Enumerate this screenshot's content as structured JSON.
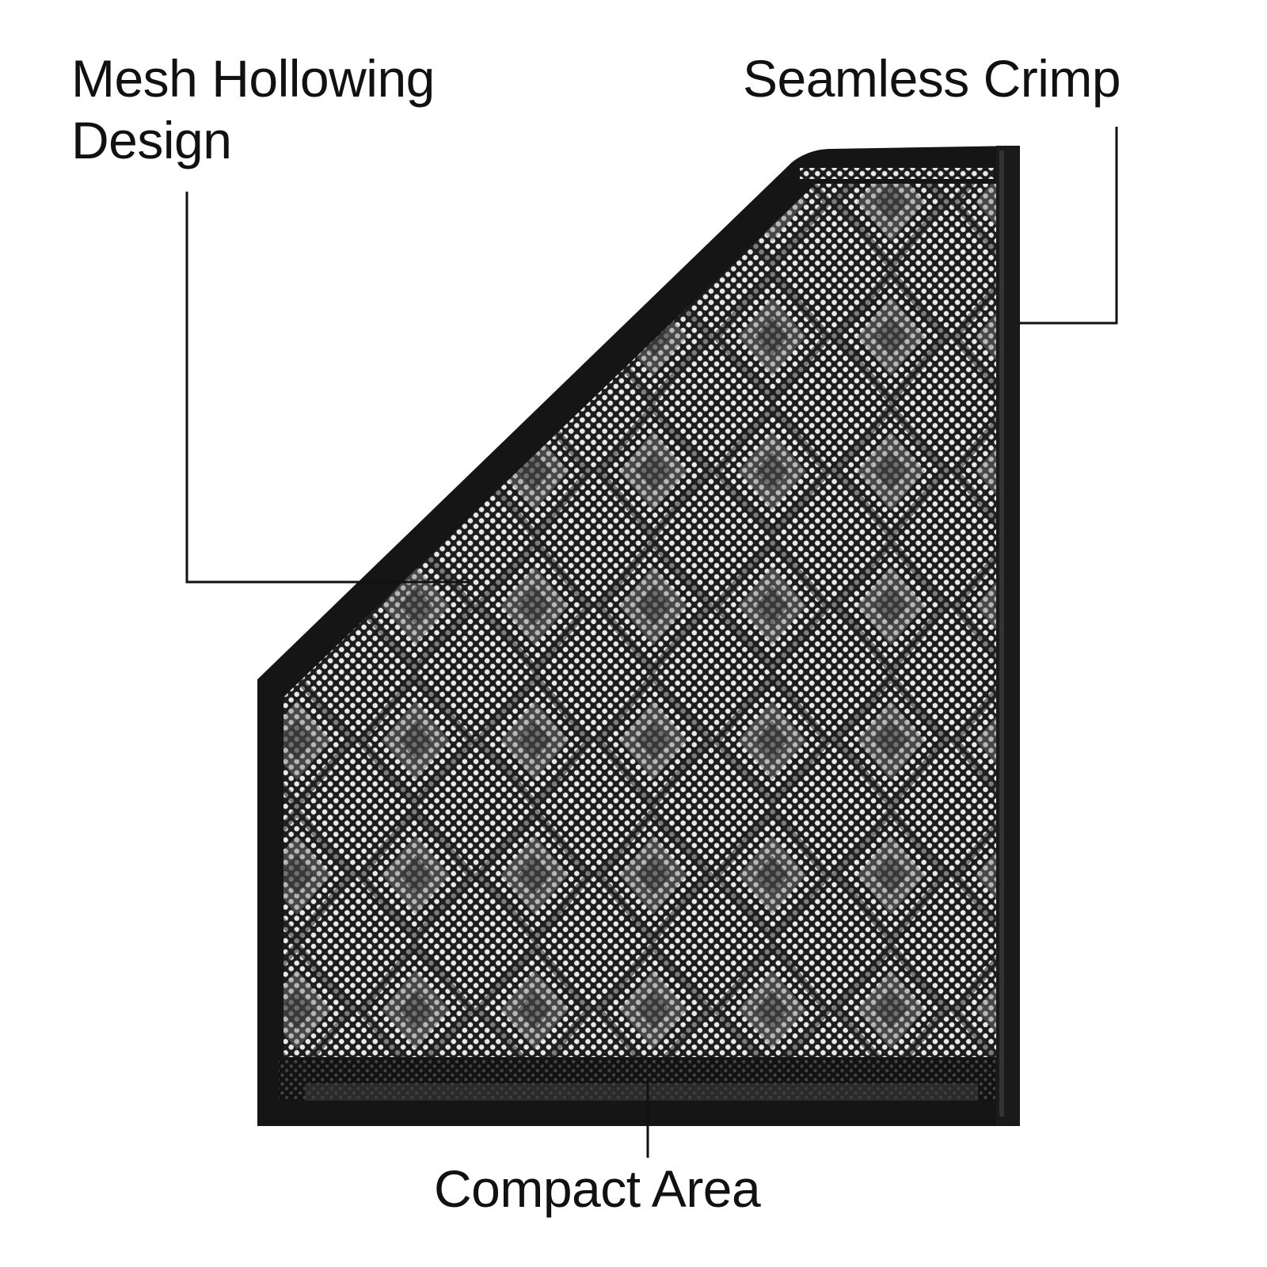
{
  "annotations": {
    "mesh_hollowing": {
      "line1": "Mesh Hollowing",
      "line2": "Design"
    },
    "seamless_crimp": "Seamless Crimp",
    "compact_area": "Compact Area"
  },
  "product": {
    "type": "mesh magazine file holder",
    "frame_color": "#151515",
    "mesh_light": "#e8e8e8",
    "mesh_dark": "#2a2a2a"
  }
}
